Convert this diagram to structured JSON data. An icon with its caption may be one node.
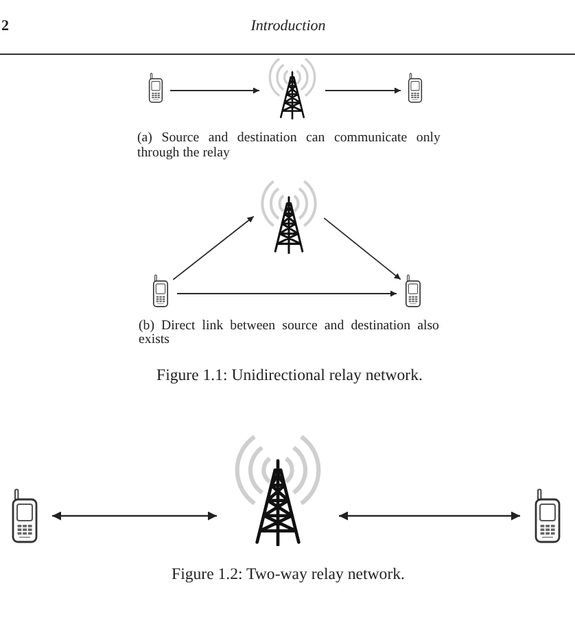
{
  "diagram": {
    "nodes": [
      {
        "text": [],
        "shape": "picture"
      },
      {
        "text": [],
        "shape": "picture"
      },
      {
        "text": [],
        "shape": "picture"
      },
      {
        "text": [],
        "shape": "picture"
      },
      {
        "text": [],
        "shape": "picture"
      },
      {
        "text": [],
        "shape": "picture"
      },
      {
        "text": [],
        "shape": "picture"
      },
      {
        "text": [],
        "shape": "picture"
      },
      {
        "text": [],
        "shape": "picture"
      }
    ],
    "edges": [
      {
        "from": 0,
        "to": 1,
        "arrow": "to"
      },
      {
        "from": 1,
        "to": 2,
        "arrow": "to"
      },
      {
        "from": 4,
        "to": 3,
        "arrow": "to"
      },
      {
        "from": 3,
        "to": 5,
        "arrow": "to"
      },
      {
        "from": 4,
        "to": 5,
        "arrow": "to"
      },
      {
        "from": 6,
        "to": 7,
        "arrow": "both"
      },
      {
        "from": 7,
        "to": 8,
        "arrow": "both"
      }
    ],
    "labels": [
      "2",
      "Introduction",
      "(a) Source and destination can communicate only through the relay",
      "(b) Direct link between source and destination also exists",
      "Figure 1.1: Unidirectional relay network.",
      "Figure 1.2: Two-way relay network."
    ]
  }
}
